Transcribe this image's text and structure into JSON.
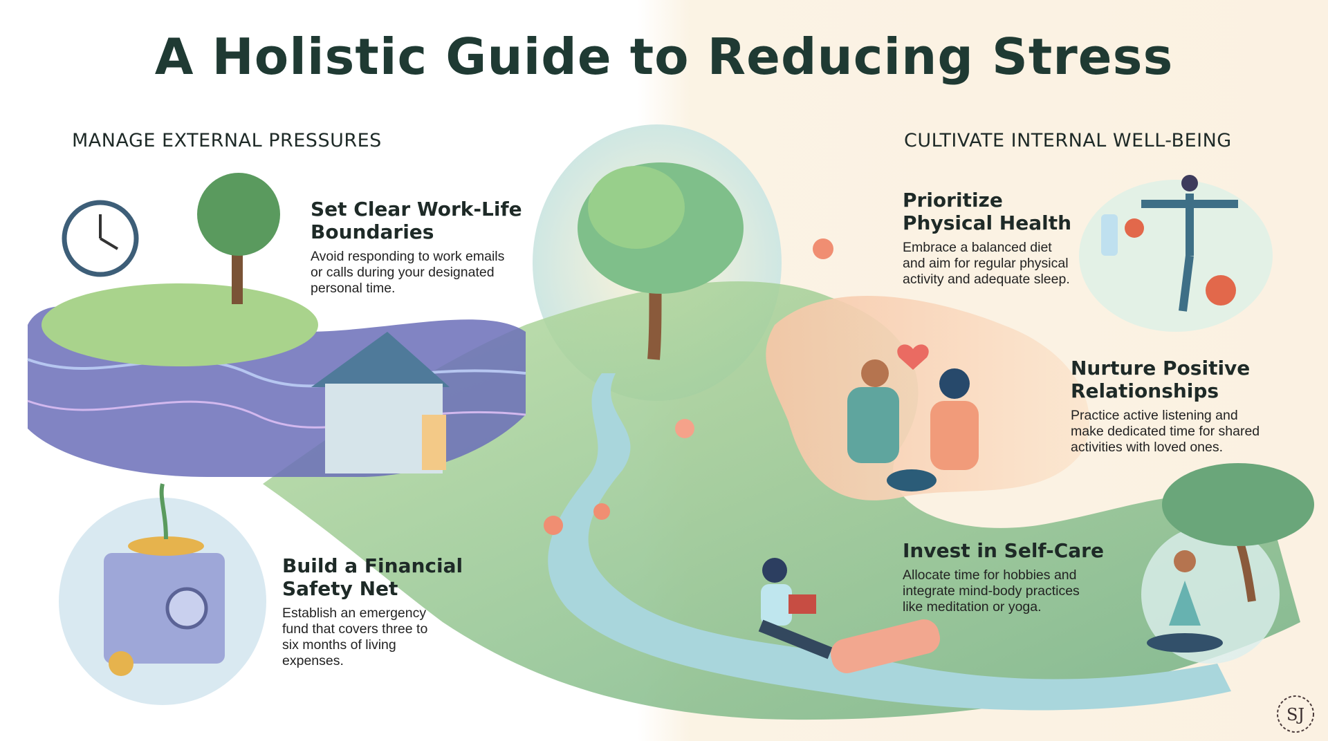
{
  "title": "A Holistic Guide to Reducing Stress",
  "sections": {
    "left": "MANAGE EXTERNAL PRESSURES",
    "right": "CULTIVATE INTERNAL WELL-BEING"
  },
  "tips": [
    {
      "heading_line1": "Set Clear Work-Life",
      "heading_line2": "Boundaries",
      "body": [
        "Avoid responding to work emails",
        "or calls during your designated",
        "personal time."
      ]
    },
    {
      "heading_line1": "Build a Financial",
      "heading_line2": "Safety Net",
      "body": [
        "Establish an emergency",
        "fund that covers three to",
        "six months of living",
        "expenses."
      ]
    },
    {
      "heading_line1": "Prioritize",
      "heading_line2": "Physical Health",
      "body": [
        "Embrace a balanced diet",
        "and aim for regular physical",
        "activity and adequate sleep."
      ]
    },
    {
      "heading_line1": "Nurture Positive",
      "heading_line2": "Relationships",
      "body": [
        "Practice active listening and",
        "make dedicated time for shared",
        "activities with loved ones."
      ]
    },
    {
      "heading_line1": "Invest in Self-Care",
      "heading_line2": "",
      "body": [
        "Allocate time for hobbies and",
        "integrate mind-body practices",
        "like meditation or yoga."
      ]
    }
  ],
  "logo_text": "SJ",
  "colors": {
    "title": "#1f3a33",
    "river": "#a9d6dc",
    "green": "#8cc27a",
    "coral": "#f2a28a",
    "wall": "#6b6fb8"
  }
}
